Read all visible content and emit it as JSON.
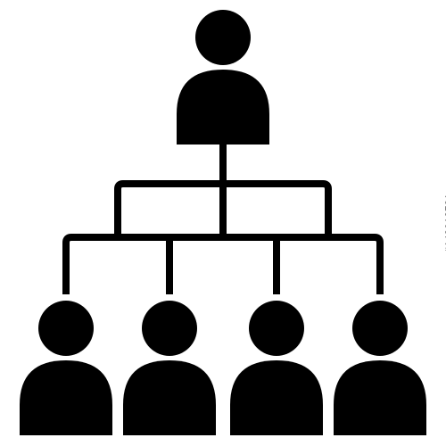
{
  "diagram": {
    "description_icon": "org-chart-hierarchy-icon",
    "levels": [
      {
        "level": 1,
        "nodes": [
          "top-person"
        ]
      },
      {
        "level": 2,
        "nodes": [
          "branch-left",
          "branch-right"
        ]
      },
      {
        "level": 3,
        "nodes": [
          "person-1",
          "person-2",
          "person-3",
          "person-4"
        ]
      }
    ]
  },
  "colors": {
    "foreground": "#000000",
    "background": "#ffffff"
  },
  "watermark": {
    "stock_id": "#149913781"
  }
}
